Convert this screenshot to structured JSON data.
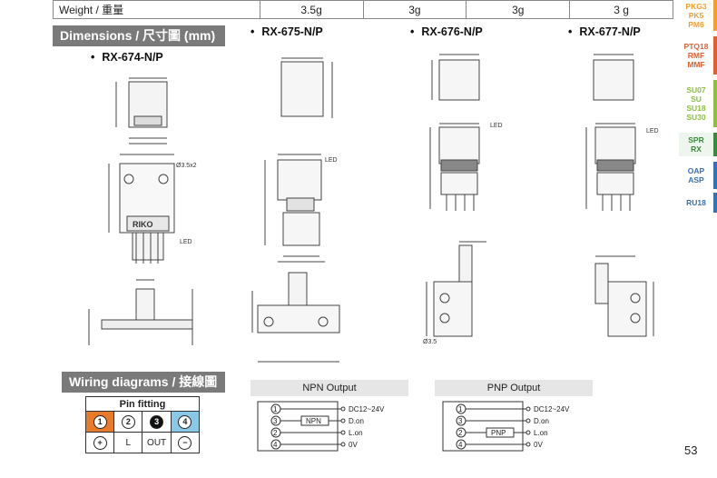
{
  "weight": {
    "label": "Weight / 重量",
    "values": [
      "3.5g",
      "3g",
      "3g",
      "3 g"
    ]
  },
  "sections": {
    "dimensions": "Dimensions / 尺寸圖 (mm)",
    "wiring": "Wiring diagrams / 接線圖"
  },
  "models": {
    "m674": "RX-674-N/P",
    "m675": "RX-675-N/P",
    "m676": "RX-676-N/P",
    "m677": "RX-677-N/P"
  },
  "bullet": "•",
  "pin_fitting": {
    "title": "Pin fitting",
    "pins": [
      "1",
      "2",
      "3",
      "4"
    ],
    "functions": [
      "+",
      "L",
      "OUT",
      "−"
    ]
  },
  "outputs": {
    "npn": "NPN Output",
    "pnp": "PNP Output"
  },
  "wiring_labels": {
    "supply": "DC12~24V",
    "d_on": "D.on",
    "l_on": "L.on",
    "zero_v": "0V",
    "npn": "NPN",
    "pnp": "PNP",
    "pins": [
      "1",
      "3",
      "2",
      "4"
    ]
  },
  "side_tabs": [
    {
      "lines": [
        "PKG3",
        "PK5",
        "PM6"
      ],
      "color": "#f0a030"
    },
    {
      "lines": [
        "PTQ18",
        "RMF",
        "MMF"
      ],
      "color": "#e06030"
    },
    {
      "lines": [
        "SU07",
        "SU",
        "SU18",
        "SU30"
      ],
      "color": "#8cc040"
    },
    {
      "lines": [
        "SPR",
        "RX"
      ],
      "color": "#3a8a3a"
    },
    {
      "lines": [
        "OAP",
        "ASP"
      ],
      "color": "#3a70b0"
    },
    {
      "lines": [
        "RU18"
      ],
      "color": "#3a70b0"
    }
  ],
  "drawing_labels": {
    "riko": "RIKO",
    "led": "LED",
    "hole": "Ø3.5x2",
    "hole2": "Ø3.5"
  },
  "page_number": "53"
}
